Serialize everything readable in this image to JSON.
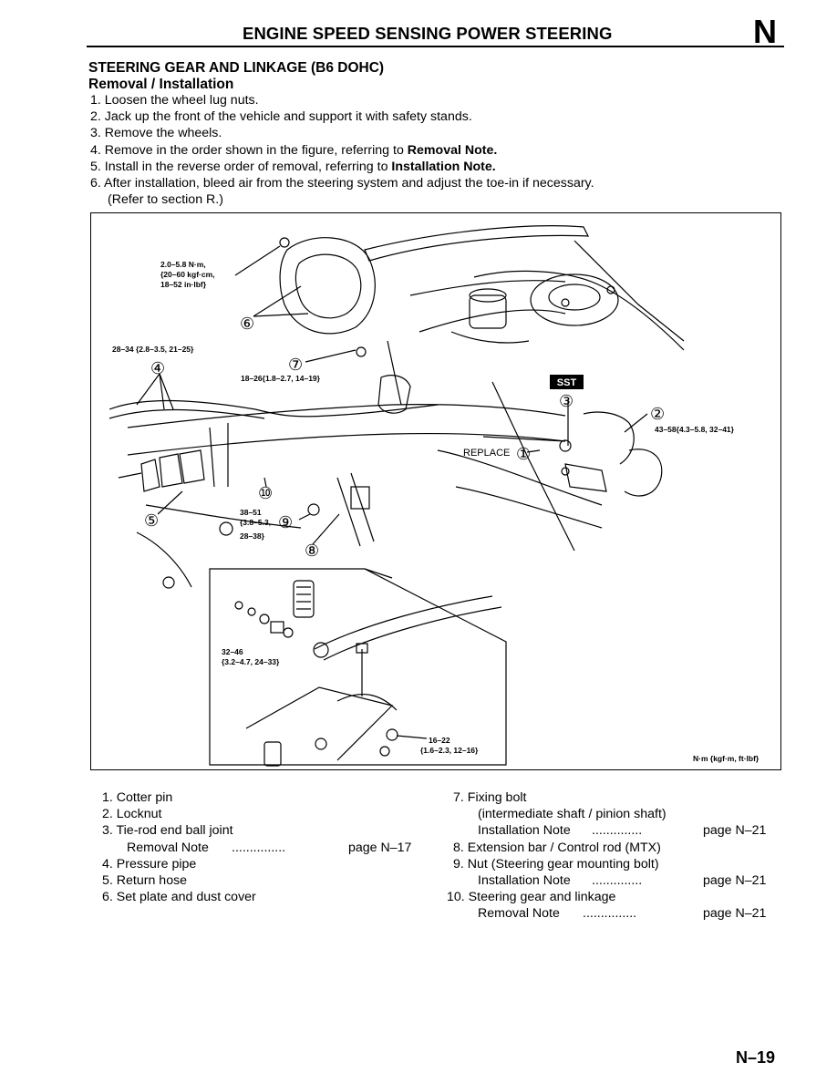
{
  "header": {
    "title": "ENGINE SPEED SENSING POWER STEERING",
    "section_letter": "N"
  },
  "section": {
    "title": "STEERING GEAR AND LINKAGE (B6 DOHC)",
    "subtitle": "Removal / Installation"
  },
  "steps": [
    "1. Loosen the wheel lug nuts.",
    "2. Jack up the front of the vehicle and support it with safety stands.",
    "3. Remove the wheels.",
    "4. Remove in the order shown in the figure, referring to ",
    "5. Install in the reverse order of removal, referring to ",
    "6. After installation, bleed air from the steering system and adjust the toe-in if necessary.",
    "(Refer to section R.)"
  ],
  "step_bold": {
    "removal_note": "Removal Note.",
    "installation_note": "Installation Note."
  },
  "figure": {
    "torque_1a": "2.0–5.8 N·m,",
    "torque_1b": "{20–60 kgf·cm,",
    "torque_1c": "18–52 in·lbf}",
    "torque_2": "28–34 {2.8–3.5, 21–25}",
    "torque_3": "18–26{1.8–2.7, 14–19}",
    "torque_4": "43–58{4.3–5.8, 32–41}",
    "torque_5a": "38–51",
    "torque_5b": "{3.8–5.3,",
    "torque_5c": "28–38}",
    "torque_6a": "32–46",
    "torque_6b": "{3.2–4.7, 24–33}",
    "torque_7a": "16–22",
    "torque_7b": "{1.6–2.3, 12–16}",
    "units": "N·m {kgf·m, ft·lbf}",
    "sst": "SST",
    "replace": "REPLACE",
    "callouts": [
      "①",
      "②",
      "③",
      "④",
      "⑤",
      "⑥",
      "⑦",
      "⑧",
      "⑨",
      "⑩"
    ]
  },
  "parts_left": [
    {
      "text": "1. Cotter pin"
    },
    {
      "text": "2. Locknut"
    },
    {
      "text": "3. Tie-rod end ball joint"
    },
    {
      "text": "Removal Note",
      "dots": "...............",
      "page": "page N–17"
    },
    {
      "text": "4. Pressure pipe"
    },
    {
      "text": "5. Return hose"
    },
    {
      "text": "6. Set plate and dust cover"
    }
  ],
  "parts_right": [
    {
      "text": "7. Fixing bolt"
    },
    {
      "text": "(intermediate shaft / pinion shaft)"
    },
    {
      "text": "Installation Note",
      "dots": "..............",
      "page": "page N–21"
    },
    {
      "text": "8. Extension bar / Control rod (MTX)"
    },
    {
      "text": "9. Nut (Steering gear mounting bolt)"
    },
    {
      "text": "Installation Note",
      "dots": "..............",
      "page": "page N–21"
    },
    {
      "text": "10. Steering gear and linkage"
    },
    {
      "text": "Removal Note",
      "dots": "...............",
      "page": "page N–21"
    }
  ],
  "page_number": "N–19"
}
